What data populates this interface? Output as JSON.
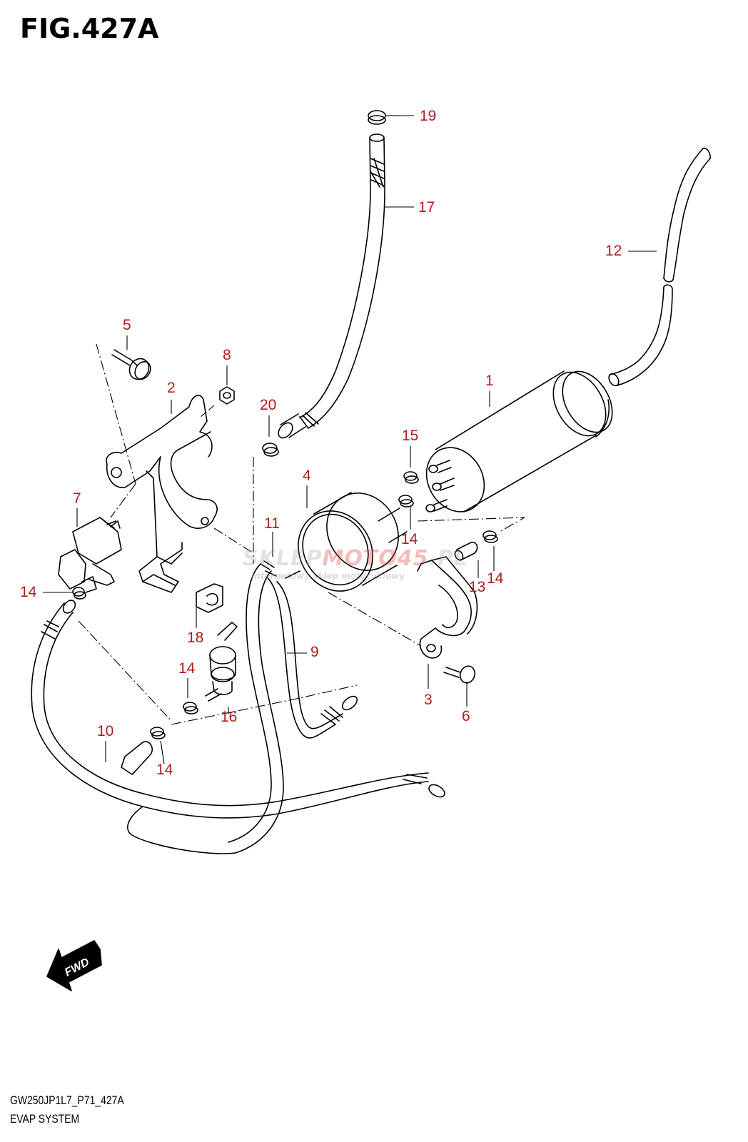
{
  "figure": {
    "title": "FIG.427A",
    "code": "GW250JP1L7_P71_427A",
    "name": "EVAP SYSTEM"
  },
  "watermark": {
    "part1": "SKLEP",
    "part2": "MOTO",
    "part3": "45",
    "part4": ".PL",
    "tagline": "internetowy sklep motocyklowy"
  },
  "fwd_label": "FWD",
  "callouts": {
    "c1": "1",
    "c2": "2",
    "c3": "3",
    "c4": "4",
    "c5": "5",
    "c6": "6",
    "c7": "7",
    "c8": "8",
    "c9": "9",
    "c10": "10",
    "c11": "11",
    "c12": "12",
    "c13": "13",
    "c14a": "14",
    "c14b": "14",
    "c14c": "14",
    "c14d": "14",
    "c14e": "14",
    "c15": "15",
    "c16": "16",
    "c17": "17",
    "c18": "18",
    "c19": "19",
    "c20": "20"
  },
  "colors": {
    "callout": "#b01c1c",
    "line": "#000000"
  }
}
